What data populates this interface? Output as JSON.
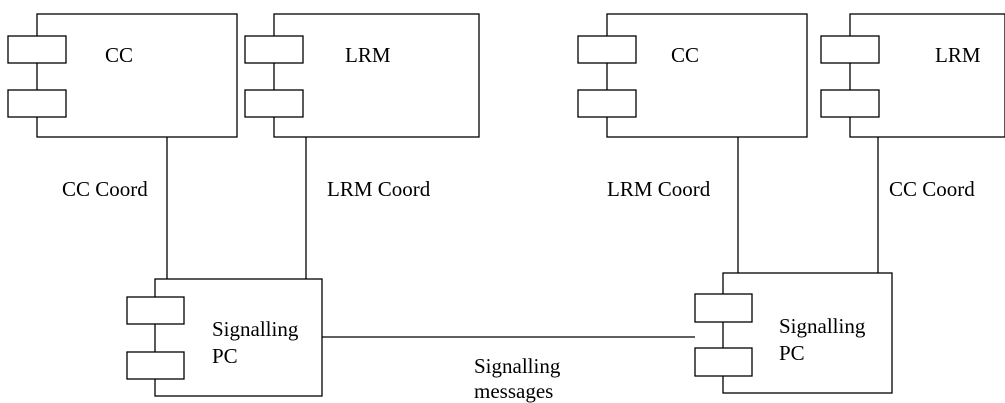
{
  "diagram": {
    "left": {
      "cc": {
        "label": "CC"
      },
      "lrm": {
        "label": "LRM"
      },
      "pc": {
        "line1": "Signalling",
        "line2": "PC"
      },
      "cc_link_label": "CC Coord",
      "lrm_link_label": "LRM Coord"
    },
    "right": {
      "cc": {
        "label": "CC"
      },
      "lrm": {
        "label": "LRM"
      },
      "pc": {
        "line1": "Signalling",
        "line2": "PC"
      },
      "cc_link_label": "LRM Coord",
      "lrm_link_label": "CC Coord"
    },
    "messages": {
      "line1": "Signalling",
      "line2": "messages"
    }
  },
  "colors": {
    "stroke": "#000000",
    "background": "#ffffff"
  }
}
